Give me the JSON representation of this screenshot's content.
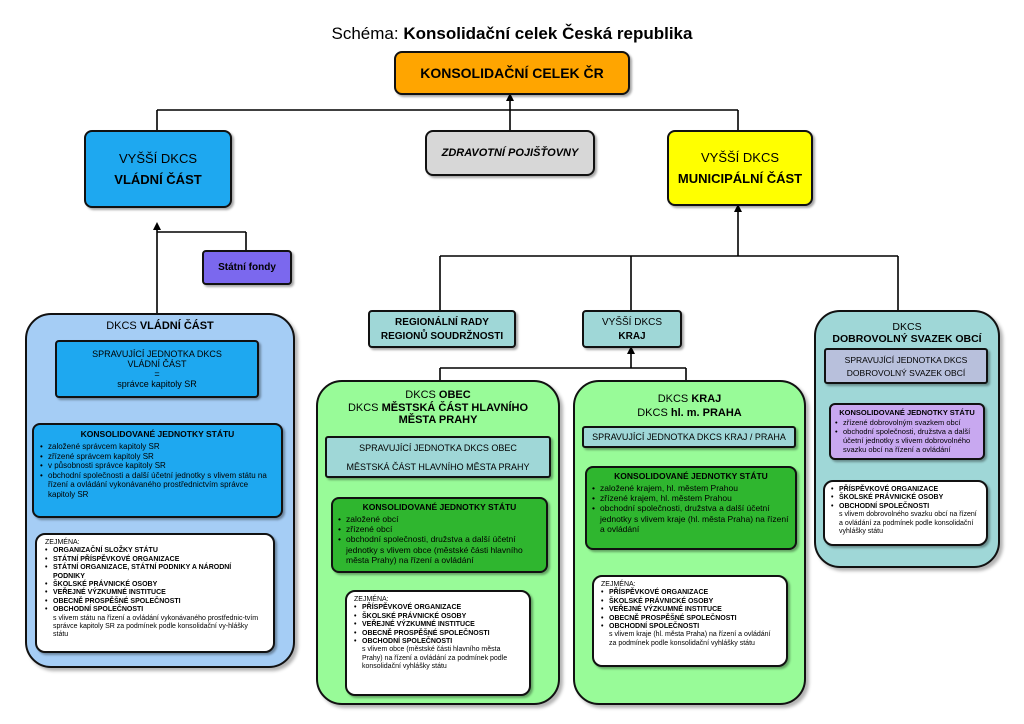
{
  "title": {
    "prefix": "Schéma:",
    "main": "Konsolidační celek Česká republika"
  },
  "colors": {
    "orange": "#ffa500",
    "blue": "#1ea8f0",
    "lightblue": "#a5cdf5",
    "yellow": "#ffff00",
    "gray": "#d7d7d7",
    "purple": "#7b68ee",
    "teal": "#9fd7d7",
    "green": "#98fb98",
    "darkgreen": "#2fb62f",
    "lavender": "#c8a8f0",
    "slate": "#b8c0dc"
  },
  "root": "KONSOLIDAČNÍ CELEK ČR",
  "zdravotni": "ZDRAVOTNÍ POJIŠŤOVNY",
  "vladni_top": {
    "line1": "VYŠŠÍ DKCS",
    "line2": "VLÁDNÍ ČÁST"
  },
  "municipal_top": {
    "line1": "VYŠŠÍ DKCS",
    "line2": "MUNICIPÁLNÍ ČÁST"
  },
  "statni_fondy": "Státní fondy",
  "regionalni": {
    "line1": "REGIONÁLNÍ RADY",
    "line2": "REGIONŮ SOUDRŽNOSTI"
  },
  "kraj_top": {
    "line1": "VYŠŠÍ DKCS",
    "line2": "KRAJ"
  },
  "vladni_panel": {
    "title_pre": "DKCS ",
    "title_bold": "VLÁDNÍ ČÁST",
    "unit": {
      "line1": "SPRAVUJÍCÍ JEDNOTKA DKCS VLÁDNÍ ČÁST",
      "line2": "=",
      "line3": "správce kapitoly SR"
    },
    "kons": {
      "title": "KONSOLIDOVANÉ JEDNOTKY STÁTU",
      "items": [
        "založené správcem kapitoly SR",
        "zřízené správcem kapitoly SR",
        "v působnosti správce kapitoly SR",
        "obchodní společnosti a další účetní jednotky s vlivem státu na řízení a ovládání vykonávaného prostřednictvím správce kapitoly SR"
      ]
    },
    "zejmena": {
      "label": "ZEJMÉNA:",
      "items": [
        "ORGANIZAČNÍ SLOŽKY STÁTU",
        "STÁTNÍ PŘÍSPĚVKOVÉ ORGANIZACE",
        "STÁTNÍ ORGANIZACE, STÁTNÍ PODNIKY A NÁRODNÍ PODNIKY",
        "ŠKOLSKÉ PRÁVNICKÉ OSOBY",
        "VEŘEJNÉ VÝZKUMNÉ INSTITUCE",
        "OBECNĚ PROSPĚŠNÉ SPOLEČNOSTI",
        "OBCHODNÍ SPOLEČNOSTI"
      ],
      "note": "s vlivem státu na řízení a ovládání vykonávaného prostřednic-tvím správce kapitoly SR za podmínek podle konsolidační vy-hlášky státu"
    }
  },
  "obec_panel": {
    "title1_pre": "DKCS ",
    "title1_bold": "OBEC",
    "title2_pre": "DKCS ",
    "title2_bold": "MĚSTSKÁ ČÁST HLAVNÍHO MĚSTA PRAHY",
    "unit": {
      "line1": "SPRAVUJÍCÍ JEDNOTKA DKCS OBEC",
      "line2": "MĚSTSKÁ ČÁST HLAVNÍHO MĚSTA PRAHY"
    },
    "kons": {
      "title": "KONSOLIDOVANÉ JEDNOTKY STÁTU",
      "items": [
        "založené obcí",
        "zřízené obcí",
        "obchodní společnosti, družstva a další účetní jednotky s vlivem obce (městské části hlavního města Prahy) na řízení a ovládání"
      ]
    },
    "zejmena": {
      "label": "ZEJMÉNA:",
      "items": [
        "PŘÍSPĚVKOVÉ ORGANIZACE",
        "ŠKOLSKÉ PRÁVNICKÉ OSOBY",
        "VEŘEJNÉ VÝZKUMNÉ INSTITUCE",
        "OBECNĚ PROSPĚŠNÉ SPOLEČNOSTI",
        "OBCHODNÍ SPOLEČNOSTI"
      ],
      "note": "s vlivem obce (městské části hlavního města Prahy) na řízení a ovládání za podmínek podle konsolidační vyhlášky státu"
    }
  },
  "kraj_panel": {
    "title1_pre": "DKCS ",
    "title1_bold": "KRAJ",
    "title2_pre": "DKCS ",
    "title2_bold": "hl. m. PRAHA",
    "unit": "SPRAVUJÍCÍ JEDNOTKA DKCS KRAJ / PRAHA",
    "kons": {
      "title": "KONSOLIDOVANÉ JEDNOTKY STÁTU",
      "items": [
        "založené krajem, hl. městem Prahou",
        "zřízené krajem, hl. městem Prahou",
        "obchodní společnosti, družstva a další účetní jednotky s vlivem kraje (hl. města Praha) na řízení a ovládání"
      ]
    },
    "zejmena": {
      "label": "ZEJMÉNA:",
      "items": [
        "PŘÍSPĚVKOVÉ ORGANIZACE",
        "ŠKOLSKÉ PRÁVNICKÉ OSOBY",
        "VEŘEJNÉ VÝZKUMNÉ INSTITUCE",
        "OBECNĚ PROSPĚŠNÉ SPOLEČNOSTI",
        "OBCHODNÍ SPOLEČNOSTI"
      ],
      "note": "s vlivem kraje (hl. města Praha) na řízení a ovládání za podmínek podle konsolidační vyhlášky státu"
    }
  },
  "svazek_panel": {
    "title1": "DKCS",
    "title2": "DOBROVOLNÝ SVAZEK OBCÍ",
    "unit": {
      "line1": "SPRAVUJÍCÍ JEDNOTKA DKCS",
      "line2": "DOBROVOLNÝ SVAZEK OBCÍ"
    },
    "kons": {
      "title": "KONSOLIDOVANÉ JEDNOTKY STÁTU",
      "items": [
        "zřízené dobrovolným svazkem obcí",
        "obchodní společnosti, družstva a další účetní jednotky s vlivem dobrovolného svazku obcí na řízení a ovládání"
      ]
    },
    "zejmena": {
      "items": [
        "PŘÍSPĚVKOVÉ ORGANIZACE",
        "ŠKOLSKÉ PRÁVNICKÉ OSOBY",
        "OBCHODNÍ SPOLEČNOSTI"
      ],
      "note": "s vlivem dobrovolného svazku obcí na řízení a ovládání za podmínek podle konsolidační vyhlášky státu"
    }
  }
}
